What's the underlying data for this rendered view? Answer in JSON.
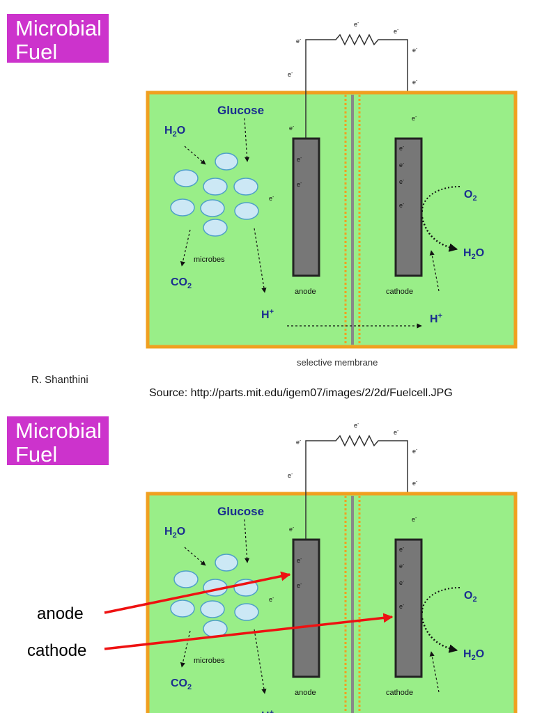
{
  "slide_1": {
    "title_line_1": "Microbial",
    "title_line_2": "Fuel Cells",
    "author": "R. Shanthini",
    "source": "Source: http://parts.mit.edu/igem07/images/2/2d/Fuelcell.JPG"
  },
  "slide_2": {
    "title_line_1": "Microbial",
    "title_line_2": "Fuel Cells",
    "callout_anode": "anode",
    "callout_cathode": "cathode"
  },
  "diagram": {
    "glucose": "Glucose",
    "h2o_left_main": "H",
    "h2o_left_sub": "2",
    "h2o_left_end": "O",
    "o2_main": "O",
    "o2_sub": "2",
    "h2o_right_main": "H",
    "h2o_right_sub": "2",
    "h2o_right_end": "O",
    "co2_main": "CO",
    "co2_sub": "2",
    "h_plus_main": "H",
    "h_plus_sup": "+",
    "microbes": "microbes",
    "anode": "anode",
    "cathode": "cathode",
    "membrane": "selective membrane",
    "electron": "e"
  },
  "colors": {
    "title_bg": "#cc33cc",
    "chamber_fill": "#99ee88",
    "chamber_border": "#f0a020",
    "electrode": "#777777",
    "microbe_fill": "#cce8f5",
    "label_blue": "#1a2d8f",
    "callout_arrow": "#ee1111"
  }
}
